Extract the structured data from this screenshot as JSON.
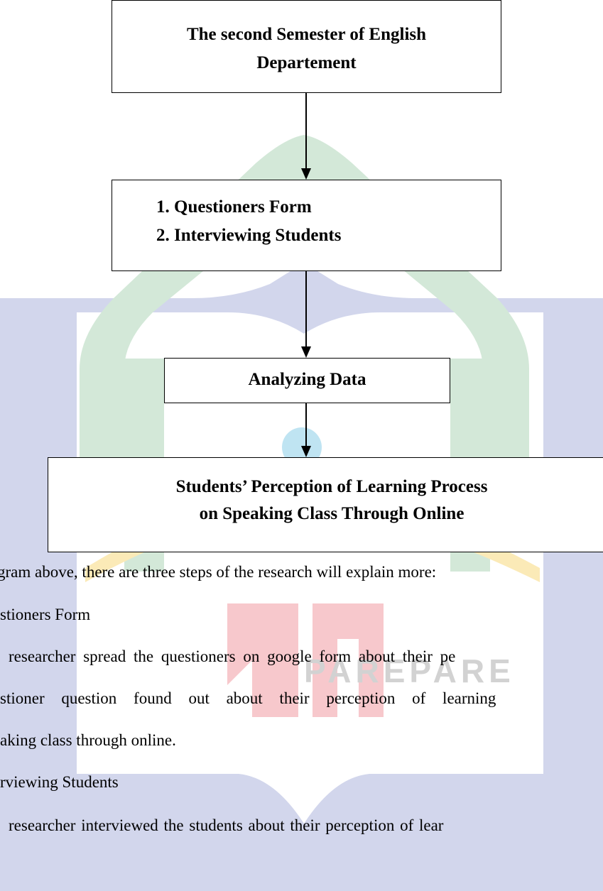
{
  "flow": {
    "box1": {
      "line1": "The second Semester of English",
      "line2": "Departement"
    },
    "box2": {
      "steps": [
        "1.   Questioners Form",
        "2.   Interviewing Students"
      ]
    },
    "box3": {
      "label": "Analyzing Data"
    },
    "box4": {
      "line1": "Students’ Perception of Learning Process",
      "line2": "on Speaking Class Through Online"
    }
  },
  "body_text": {
    "line1": "gram above, there are three steps of the research will explain more:",
    "line2": "stioners Form",
    "line3": "researcher spread the questioners on google form about their pe",
    "line4": "stioner question found out about their perception of learning",
    "line5": "aking class through online.",
    "line6": "rviewing Students",
    "line7": "researcher interviewed the students about their perception of lear"
  },
  "watermark": {
    "text": "PAREPARE",
    "colors": {
      "blue": "#cfd3ea",
      "green": "#cfe6d5",
      "red": "#f6c9cc",
      "gold": "#f8e7b0",
      "gray": "#d2d2d2"
    }
  }
}
